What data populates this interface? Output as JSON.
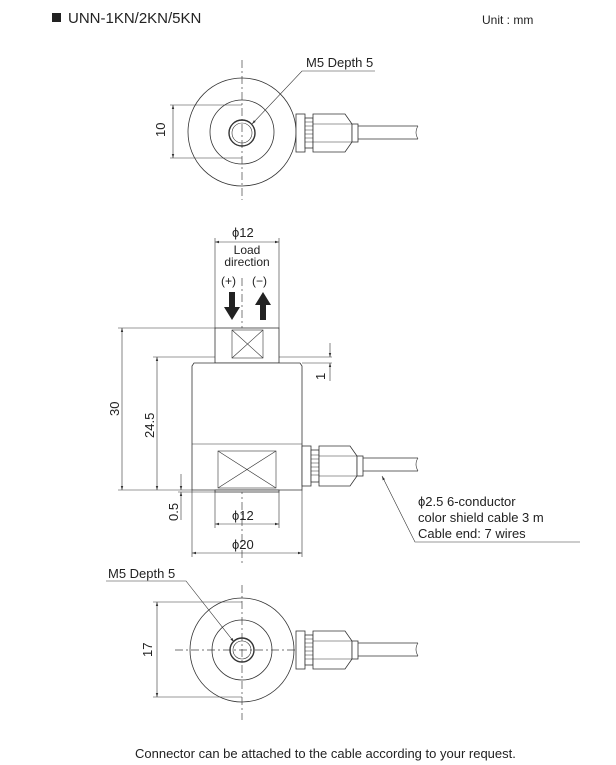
{
  "header": {
    "title": "UNN-1KN/2KN/5KN",
    "unit": "Unit : mm"
  },
  "top_view": {
    "thread_label": "M5 Depth 5",
    "dim_width": "10"
  },
  "side_view": {
    "top_diameter": "ϕ12",
    "load_direction_line1": "Load",
    "load_direction_line2": "direction",
    "plus_label": "(+)",
    "minus_label": "(−)",
    "dim_total_height": "30",
    "dim_body_height": "24.5",
    "dim_top_step": "1",
    "dim_bottom_step": "0.5",
    "bottom_diameter": "ϕ12",
    "body_diameter": "ϕ20",
    "cable_note": [
      "ϕ2.5 6-conductor",
      "color shield cable 3 m",
      "Cable end: 7 wires"
    ]
  },
  "bottom_view": {
    "thread_label": "M5 Depth 5",
    "dim_width": "17"
  },
  "footer": {
    "note": "Connector can be attached to the cable according to your request."
  }
}
